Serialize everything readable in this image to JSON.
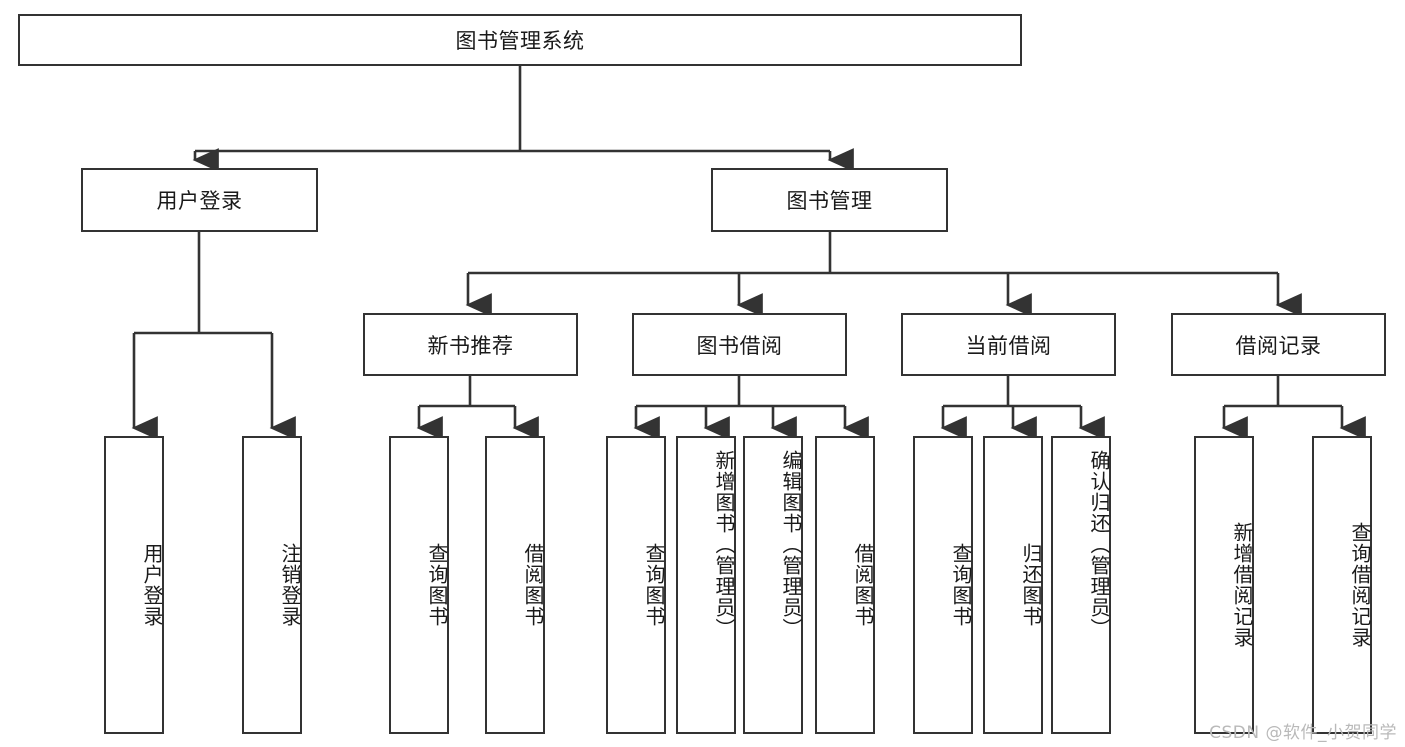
{
  "diagram": {
    "title": "图书管理系统",
    "type": "tree-hierarchy-diagram",
    "root": {
      "label": "图书管理系统"
    },
    "level2": [
      {
        "label": "用户登录"
      },
      {
        "label": "图书管理"
      }
    ],
    "level3": [
      {
        "label": "新书推荐"
      },
      {
        "label": "图书借阅"
      },
      {
        "label": "当前借阅"
      },
      {
        "label": "借阅记录"
      }
    ],
    "leaves": {
      "user_login": [
        {
          "label": "用户登录"
        },
        {
          "label": "注销登录"
        }
      ],
      "new_book_recommend": [
        {
          "label": "查询图书"
        },
        {
          "label": "借阅图书"
        }
      ],
      "book_borrow": [
        {
          "label": "查询图书"
        },
        {
          "label": "新增图书（管理员）"
        },
        {
          "label": "编辑图书（管理员）"
        },
        {
          "label": "借阅图书"
        }
      ],
      "current_borrow": [
        {
          "label": "查询图书"
        },
        {
          "label": "归还图书"
        },
        {
          "label": "确认归还（管理员）"
        }
      ],
      "borrow_record": [
        {
          "label": "新增借阅记录"
        },
        {
          "label": "查询借阅记录"
        }
      ]
    },
    "watermark": "CSDN @软件_小贺同学",
    "colors": {
      "stroke": "#333333",
      "fill": "#ffffff",
      "text": "#1a1a1a",
      "watermark": "#b9b9b9"
    }
  }
}
